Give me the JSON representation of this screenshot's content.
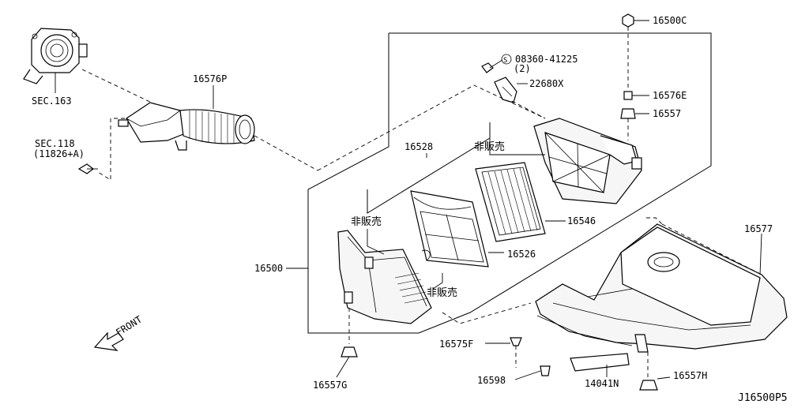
{
  "labels": {
    "p16500C": "16500C",
    "p08360": "08360-41225",
    "p08360_qty": "(2)",
    "p08360_sym": "S",
    "p22680X": "22680X",
    "p16576E": "16576E",
    "p16557": "16557",
    "p16576P": "16576P",
    "sec163": "SEC.163",
    "sec118": "SEC.118",
    "sec118_sub": "(11826+A)",
    "p16528": "16528",
    "nonsale_top": "非販売",
    "nonsale_mid": "非販売",
    "nonsale_low": "非販売",
    "p16546": "16546",
    "p16526": "16526",
    "p16500": "16500",
    "p16577": "16577",
    "p16575F": "16575F",
    "p16598": "16598",
    "p14041N": "14041N",
    "p16557H": "16557H",
    "p16557G": "16557G",
    "front": "FRONT",
    "diagram_code": "J16500P5"
  },
  "colors": {
    "ink": "#000000",
    "paper": "#ffffff"
  }
}
